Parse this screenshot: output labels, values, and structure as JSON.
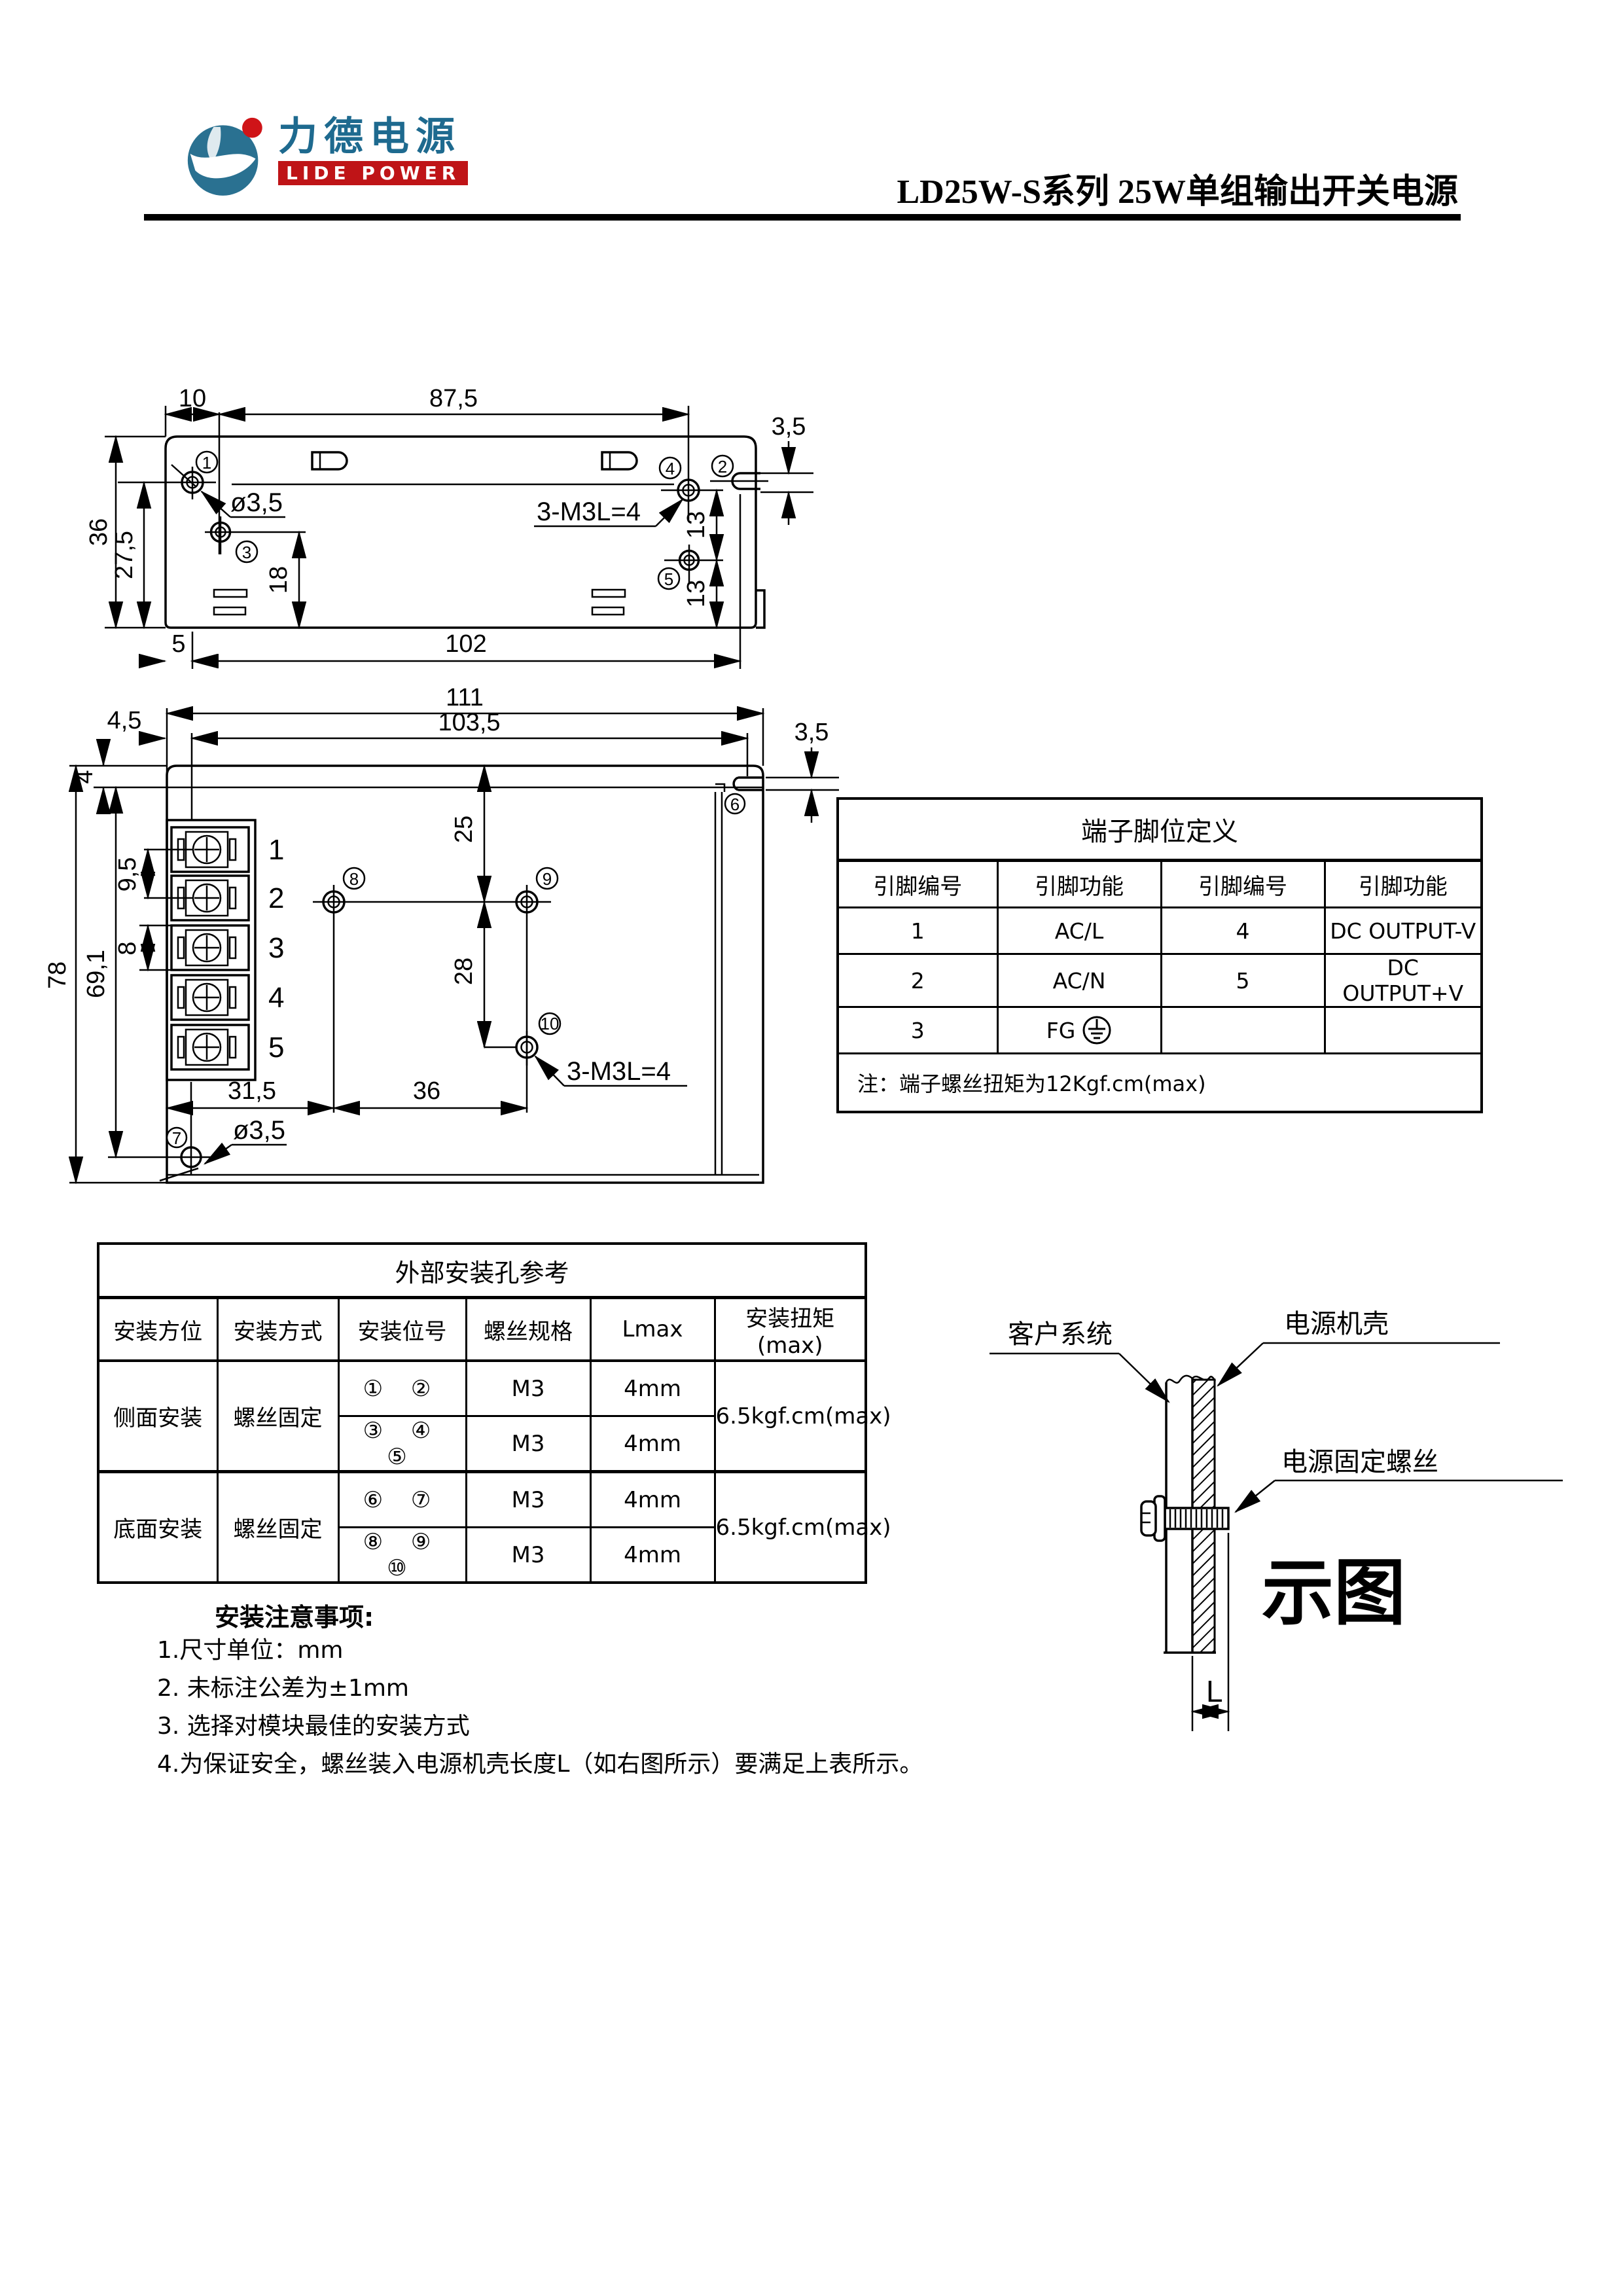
{
  "header": {
    "logo_zh": "力德电源",
    "logo_en": "LIDE POWER",
    "title": "LD25W-S系列 25W单组输出开关电源",
    "colors": {
      "logo_teal": "#1e6a8f",
      "logo_red": "#bf1417"
    }
  },
  "drawing_top": {
    "dims": {
      "d10": "10",
      "d87_5": "87,5",
      "d3_5": "3,5",
      "d36": "36",
      "d27_5": "27,5",
      "d18": "18",
      "d13a": "13",
      "d13b": "13",
      "d5": "5",
      "d102": "102"
    },
    "labels": {
      "dia": "ø3,5",
      "thread": "3-M3L=4"
    },
    "markers": [
      "1",
      "2",
      "3",
      "4",
      "5"
    ]
  },
  "drawing_bottom": {
    "dims": {
      "d111": "111",
      "d103_5": "103,5",
      "d4_5": "4,5",
      "d3_5": "3,5",
      "d4": "4",
      "d78": "78",
      "d69_1": "69,1",
      "d9_5": "9,5",
      "d8": "8",
      "d25": "25",
      "d28": "28",
      "d31_5": "31,5",
      "d36": "36"
    },
    "labels": {
      "dia": "ø3,5",
      "thread": "3-M3L=4"
    },
    "terminals": [
      "1",
      "2",
      "3",
      "4",
      "5"
    ],
    "markers": [
      "6",
      "7",
      "8",
      "9",
      "10"
    ]
  },
  "pin_table": {
    "title": "端子脚位定义",
    "headers": [
      "引脚编号",
      "引脚功能",
      "引脚编号",
      "引脚功能"
    ],
    "rows": [
      [
        "1",
        "AC/L",
        "4",
        "DC OUTPUT-V"
      ],
      [
        "2",
        "AC/N",
        "5",
        "DC OUTPUT+V"
      ],
      [
        "3",
        "FG",
        "",
        ""
      ]
    ],
    "note": "注：端子螺丝扭矩为12Kgf.cm(max)"
  },
  "mount_table": {
    "title": "外部安装孔参考",
    "headers": [
      "安装方位",
      "安装方式",
      "安装位号",
      "螺丝规格",
      "Lmax",
      "安装扭矩(max)"
    ],
    "groups": [
      {
        "position": "侧面安装",
        "method": "螺丝固定",
        "torque": "6.5kgf.cm(max)",
        "rows": [
          {
            "holes": "① ②",
            "spec": "M3",
            "lmax": "4mm"
          },
          {
            "holes": "③ ④ ⑤",
            "spec": "M3",
            "lmax": "4mm"
          }
        ]
      },
      {
        "position": "底面安装",
        "method": "螺丝固定",
        "torque": "6.5kgf.cm(max)",
        "rows": [
          {
            "holes": "⑥ ⑦",
            "spec": "M3",
            "lmax": "4mm"
          },
          {
            "holes": "⑧ ⑨ ⑩",
            "spec": "M3",
            "lmax": "4mm"
          }
        ]
      }
    ]
  },
  "notes": {
    "heading": "安装注意事项:",
    "items": [
      "1.尺寸单位：mm",
      "2. 未标注公差为±1mm",
      "3. 选择对模块最佳的安装方式",
      "4.为保证安全，螺丝装入电源机壳长度L（如右图所示）要满足上表所示。"
    ]
  },
  "side_diagram": {
    "labels": {
      "customer": "客户系统",
      "case": "电源机壳",
      "screw": "电源固定螺丝",
      "caption": "示图",
      "dim": "L"
    }
  }
}
